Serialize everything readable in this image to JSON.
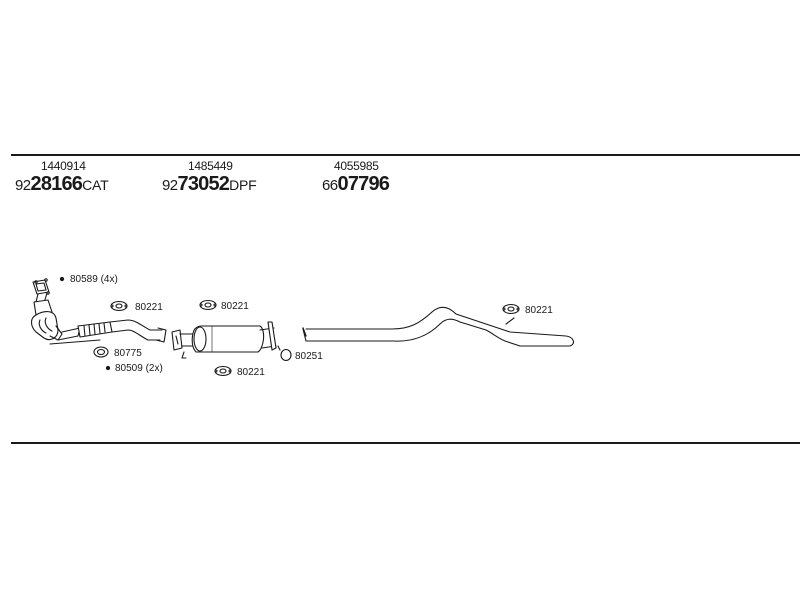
{
  "parts": [
    {
      "oe_number": "1440914",
      "code_prefix": "92",
      "code_main": "28166",
      "code_suffix": "CAT"
    },
    {
      "oe_number": "1485449",
      "code_prefix": "92",
      "code_main": "73052",
      "code_suffix": "DPF"
    },
    {
      "oe_number": "4055985",
      "code_prefix": "66",
      "code_main": "07796",
      "code_suffix": ""
    }
  ],
  "fittings": {
    "bolts_4x": "80589 (4x)",
    "gasket_1": "80221",
    "gasket_2": "80221",
    "gasket_3": "80221",
    "gasket_4": "80221",
    "gasket_ring": "80775",
    "bolts_2x": "80509 (2x)",
    "clamp": "80251"
  }
}
